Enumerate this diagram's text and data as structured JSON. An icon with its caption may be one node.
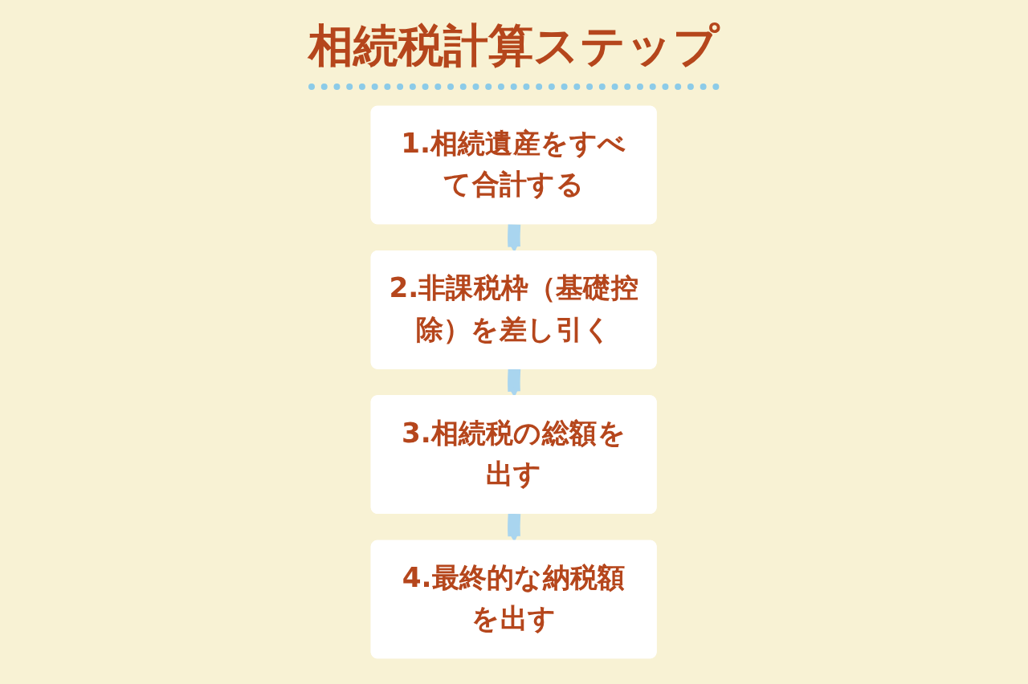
{
  "diagram": {
    "title": "相続税計算ステップ",
    "nodes": [
      {
        "text": [
          "1.相続遺産をすべて合計する"
        ]
      },
      {
        "text": [
          "2.非課税枠（基礎控除）を差し引く"
        ]
      },
      {
        "text": [
          "3.相続税の総額を出す"
        ]
      },
      {
        "text": [
          "4.最終的な納税額を出す"
        ]
      }
    ],
    "edges": [
      {
        "from": 0,
        "to": 1,
        "arrow": "to"
      },
      {
        "from": 1,
        "to": 2,
        "arrow": "to"
      },
      {
        "from": 2,
        "to": 3,
        "arrow": "to"
      }
    ]
  }
}
